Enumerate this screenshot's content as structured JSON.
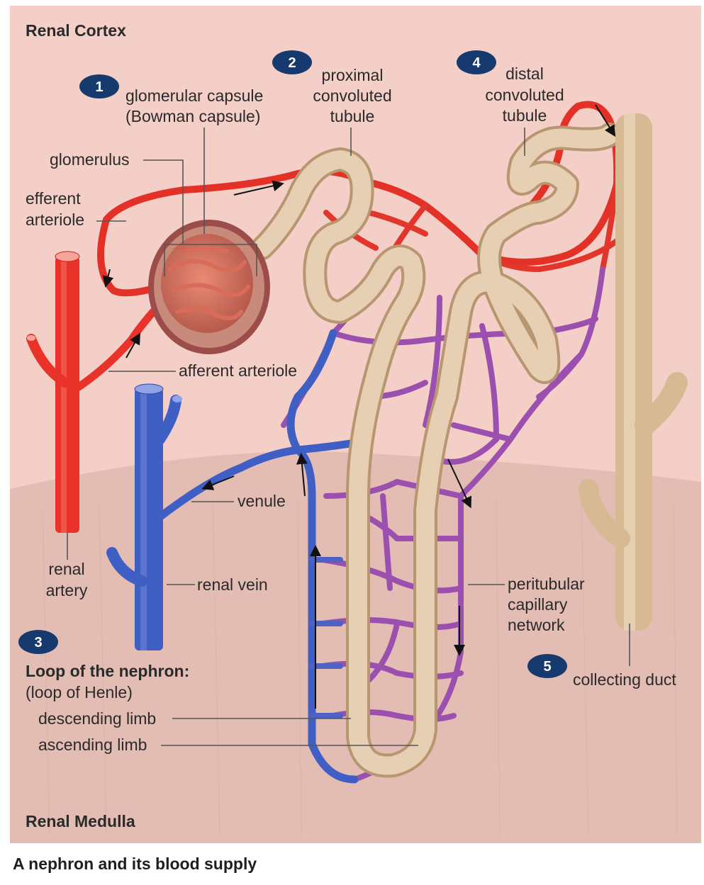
{
  "regions": {
    "cortex": "Renal Cortex",
    "medulla": "Renal Medulla"
  },
  "caption": "A nephron and its blood supply",
  "steps": [
    "1",
    "2",
    "3",
    "4",
    "5"
  ],
  "labels": {
    "glomerular_capsule_1": "glomerular capsule",
    "glomerular_capsule_2": "(Bowman capsule)",
    "proximal_1": "proximal",
    "proximal_2": "convoluted",
    "proximal_3": "tubule",
    "distal_1": "distal",
    "distal_2": "convoluted",
    "distal_3": "tubule",
    "glomerulus": "glomerulus",
    "efferent_1": "efferent",
    "efferent_2": "arteriole",
    "afferent": "afferent arteriole",
    "venule": "venule",
    "renal_artery_1": "renal",
    "renal_artery_2": "artery",
    "renal_vein": "renal vein",
    "peritubular_1": "peritubular",
    "peritubular_2": "capillary",
    "peritubular_3": "network",
    "loop_title": "Loop of the nephron:",
    "loop_sub": "(loop of Henle)",
    "descending": "descending limb",
    "ascending": "ascending limb",
    "collecting": "collecting duct"
  },
  "colors": {
    "cortex_bg": "#f4cfc7",
    "medulla_bg": "#e3bdb3",
    "artery": "#e8322a",
    "vein": "#3f5fc4",
    "capillary": "#9b4fae",
    "tubule": "#ddc3a3",
    "badge": "#173a6e"
  }
}
